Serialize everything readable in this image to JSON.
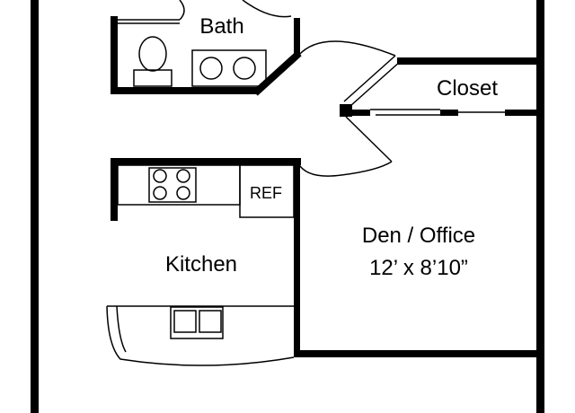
{
  "rooms": {
    "bath": "Bath",
    "closet": "Closet",
    "kitchen": "Kitchen",
    "den": "Den / Office",
    "den_size": "12’ x 8’10”"
  },
  "fixtures": {
    "refrigerator": "REF"
  },
  "colors": {
    "wall": "#000000",
    "background": "#ffffff"
  }
}
